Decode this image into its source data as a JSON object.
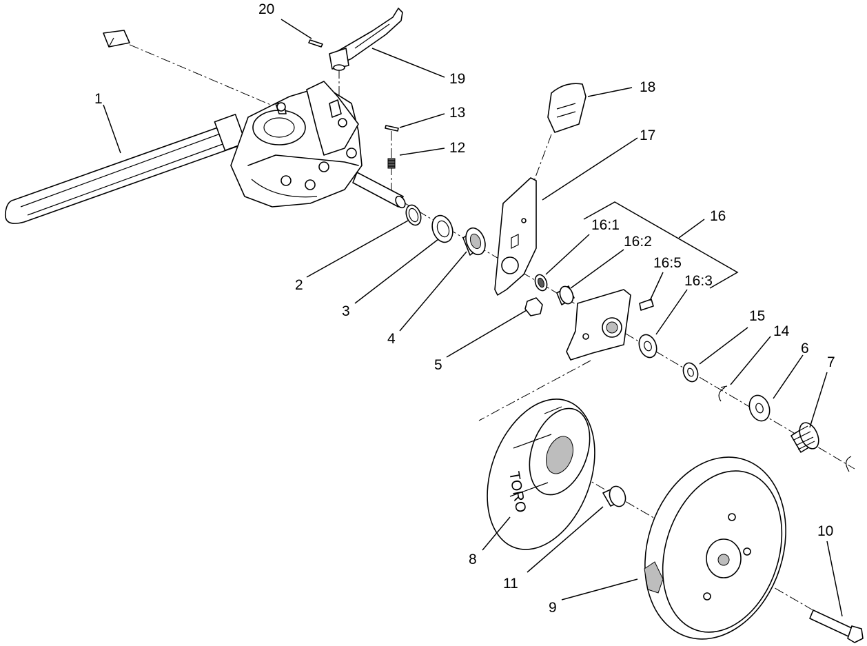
{
  "labels": {
    "p1": "1",
    "p2": "2",
    "p3": "3",
    "p4": "4",
    "p5": "5",
    "p6": "6",
    "p7": "7",
    "p8": "8",
    "p9": "9",
    "p10": "10",
    "p11": "11",
    "p12": "12",
    "p13": "13",
    "p14": "14",
    "p15": "15",
    "p16": "16",
    "p16_1": "16:1",
    "p16_2": "16:2",
    "p16_3": "16:3",
    "p16_5": "16:5",
    "p17": "17",
    "p18": "18",
    "p19": "19",
    "p20": "20"
  },
  "deflector_mark": "TORO"
}
